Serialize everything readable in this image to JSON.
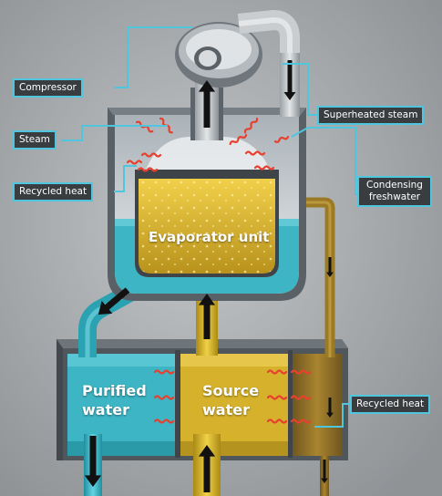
{
  "callouts": {
    "compressor": "Compressor",
    "steam": "Steam",
    "recycled_heat_left": "Recycled heat",
    "superheated_steam": "Superheated steam",
    "condensing_freshwater": "Condensing freshwater",
    "recycled_heat_right": "Recycled heat"
  },
  "labels": {
    "evaporator_unit": "Evaporator unit",
    "purified_water_line1": "Purified",
    "purified_water_line2": "water",
    "source_water_line1": "Source",
    "source_water_line2": "water"
  },
  "colors": {
    "background": "#a7abae",
    "casing": "#535a60",
    "callout_border": "#4fc6dd",
    "purified_water": "#3fb7c6",
    "source_water": "#d8b32a",
    "heat_waves": "#e8402f",
    "arrows": "#111111"
  },
  "icons": [
    "arrow-up-icon",
    "arrow-down-icon",
    "heat-wave-icon",
    "compressor-icon"
  ]
}
